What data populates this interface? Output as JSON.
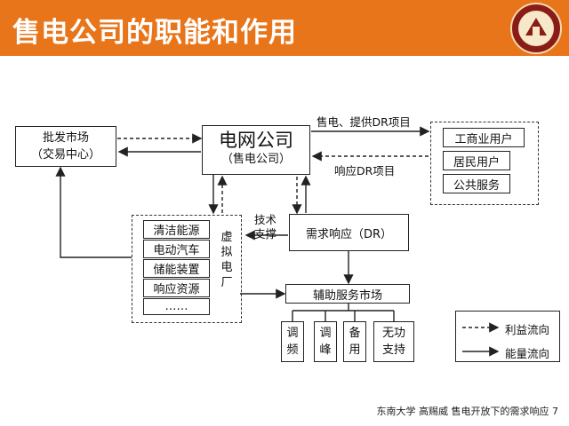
{
  "header": {
    "title": "售电公司的职能和作用",
    "color": "#e8751a"
  },
  "diagram": {
    "wholesale": {
      "line1": "批发市场",
      "line2": "（交易中心）"
    },
    "grid": {
      "title": "电网公司",
      "subtitle": "（售电公司）"
    },
    "customers": [
      "工商业用户",
      "居民用户",
      "公共服务"
    ],
    "vpp_resources": [
      "清洁能源",
      "电动汽车",
      "储能装置",
      "响应资源",
      "……"
    ],
    "vpp_label": "虚拟电厂",
    "dr": "需求响应（DR）",
    "tech_support": {
      "line1": "技术",
      "line2": "支撑"
    },
    "ancillary": "辅助服务市场",
    "services": [
      {
        "line1": "调",
        "line2": "频"
      },
      {
        "line1": "调",
        "line2": "峰"
      },
      {
        "line1": "备",
        "line2": "用"
      },
      {
        "line1": "无功",
        "line2": "支持"
      }
    ],
    "arrow_labels": {
      "top": "售电、提供DR项目",
      "bottom": "响应DR项目"
    },
    "legend": {
      "benefit": "利益流向",
      "energy": "能量流向"
    }
  },
  "footer": "东南大学 高赐威 售电开放下的需求响应 7"
}
